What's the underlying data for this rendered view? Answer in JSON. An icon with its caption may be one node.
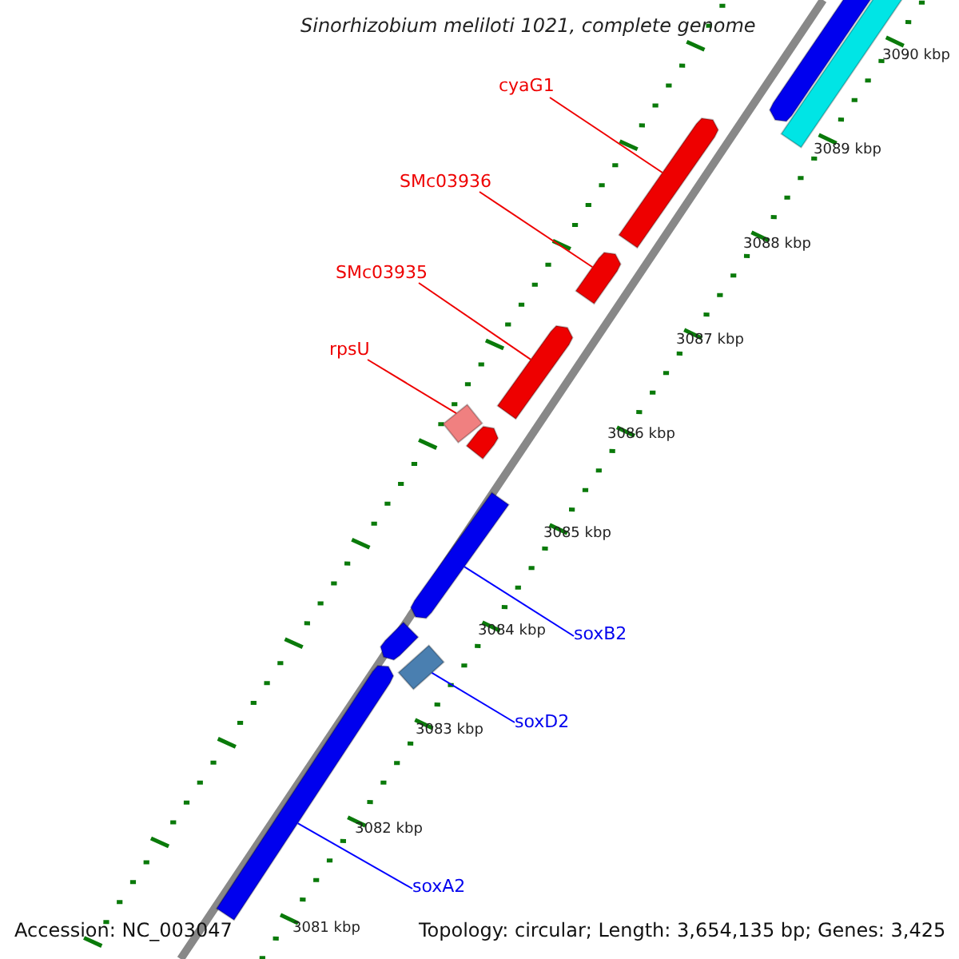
{
  "diagram": {
    "title": "Sinorhizobium meliloti 1021, complete genome",
    "nodes": [
      {
        "text": [
          "cyaG1"
        ]
      },
      {
        "text": [
          "SMc03936"
        ]
      },
      {
        "text": [
          "SMc03935"
        ]
      },
      {
        "text": [
          "rpsU"
        ]
      },
      {
        "text": [
          "soxB2"
        ]
      },
      {
        "text": [
          "soxD2"
        ]
      },
      {
        "text": [
          "soxA2"
        ]
      },
      {
        "text": [],
        "shape": "bar"
      },
      {
        "text": [],
        "shape": "bar"
      },
      {
        "text": [],
        "shape": "bar"
      },
      {
        "text": [],
        "shape": "bar"
      },
      {
        "text": [],
        "shape": "bar"
      },
      {
        "text": [],
        "shape": "box"
      },
      {
        "text": [],
        "shape": "bar"
      },
      {
        "text": [],
        "shape": "bar"
      },
      {
        "text": [],
        "shape": "bar"
      },
      {
        "text": [],
        "shape": "box"
      },
      {
        "text": [],
        "shape": "bar"
      }
    ],
    "edges": [
      {
        "from": 0,
        "to": 9,
        "arrow": "none"
      },
      {
        "from": 1,
        "to": 10,
        "arrow": "none"
      },
      {
        "from": 2,
        "to": 11,
        "arrow": "none"
      },
      {
        "from": 3,
        "to": 12,
        "arrow": "none"
      },
      {
        "from": 4,
        "to": 14,
        "arrow": "none",
        "color": "#0000ff"
      },
      {
        "from": 5,
        "to": 16,
        "arrow": "none",
        "color": "#0000ff"
      },
      {
        "from": 6,
        "to": 17,
        "arrow": "none",
        "color": "#0000ff"
      }
    ],
    "labels": [
      "3090 kbp",
      "3089 kbp",
      "3088 kbp",
      "3087 kbp",
      "3086 kbp",
      "3085 kbp",
      "3084 kbp",
      "3083 kbp",
      "3082 kbp",
      "3081 kbp",
      "Accession: NC_003047",
      "Topology: circular; Length: 3,654,135 bp; Genes: 3,425"
    ]
  }
}
